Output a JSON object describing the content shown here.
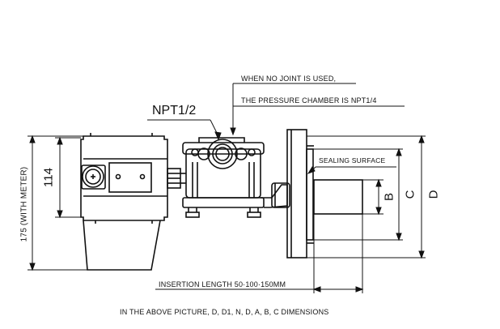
{
  "annotations": {
    "note_line1": "WHEN NO JOINT IS USED,",
    "note_line2": "THE PRESSURE CHAMBER IS NPT1/4",
    "npt": "NPT1/2",
    "sealing_surface": "SEALING SURFACE",
    "insertion_length": "INSERTION LENGTH 50·100·150MM",
    "caption": "IN THE ABOVE PICTURE, D, D1, N, D, A, B, C DIMENSIONS"
  },
  "dimensions": {
    "total_height": "175 (WITH METER)",
    "body_height": "114",
    "b": "B",
    "c": "C",
    "d": "D"
  },
  "colors": {
    "line": "#111111",
    "background": "#ffffff"
  }
}
